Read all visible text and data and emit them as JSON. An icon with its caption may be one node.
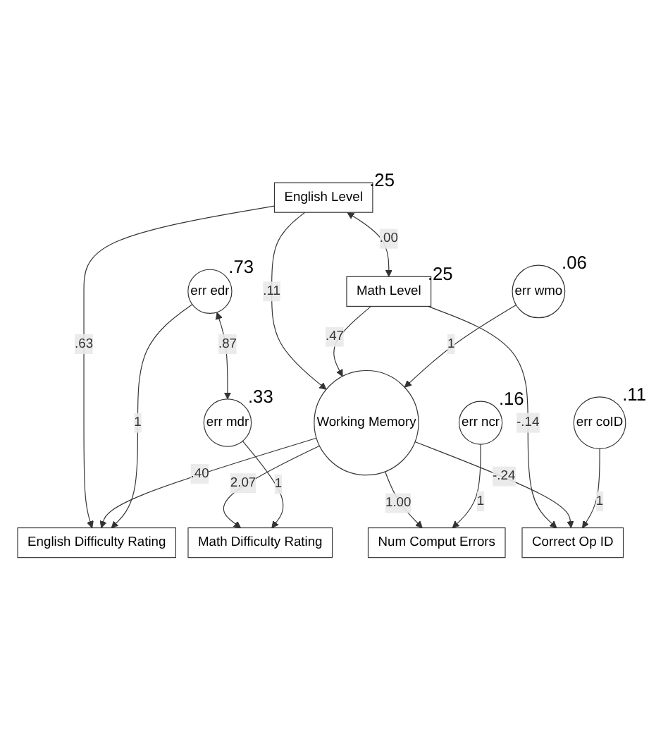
{
  "diagram": {
    "nodes": [
      {
        "text": [
          "English Level"
        ],
        "beside": [
          ".25"
        ]
      },
      {
        "text": [
          "Math Level"
        ],
        "beside": [
          ".25"
        ]
      },
      {
        "text": [
          "err wmo"
        ],
        "beside": [
          ".06"
        ]
      },
      {
        "text": [
          "Working Memory"
        ]
      },
      {
        "text": [
          "English Difficulty Rating"
        ]
      },
      {
        "text": [
          "Math Difficulty Rating"
        ]
      },
      {
        "text": [
          "Num Comput Errors"
        ]
      },
      {
        "text": [
          "Correct Op ID"
        ]
      },
      {
        "text": [
          "err edr"
        ],
        "beside": [
          ".73"
        ]
      },
      {
        "text": [
          "err mdr"
        ],
        "beside": [
          ".33"
        ]
      },
      {
        "text": [
          "err ncr"
        ],
        "beside": [
          ".16"
        ]
      },
      {
        "text": [
          "err coID"
        ],
        "beside": [
          ".11"
        ]
      }
    ],
    "edges": [
      {
        "from": 0,
        "to": 1,
        "arrow": "both",
        "label": ".00"
      },
      {
        "from": 0,
        "to": 3,
        "arrow": "to",
        "label": ".11"
      },
      {
        "from": 1,
        "to": 3,
        "arrow": "to",
        "label": ".47"
      },
      {
        "from": 0,
        "to": 4,
        "arrow": "to",
        "label": ".63"
      },
      {
        "from": 1,
        "to": 7,
        "arrow": "to",
        "label": "-.14"
      },
      {
        "from": 2,
        "to": 3,
        "arrow": "to",
        "label": "1"
      },
      {
        "from": 3,
        "to": 4,
        "arrow": "to",
        "label": ".40"
      },
      {
        "from": 3,
        "to": 5,
        "arrow": "to",
        "label": "2.07"
      },
      {
        "from": 3,
        "to": 6,
        "arrow": "to",
        "label": "1.00"
      },
      {
        "from": 3,
        "to": 7,
        "arrow": "to",
        "label": "-.24"
      },
      {
        "from": 8,
        "to": 4,
        "arrow": "to",
        "label": "1"
      },
      {
        "from": 9,
        "to": 5,
        "arrow": "to",
        "label": "1"
      },
      {
        "from": 10,
        "to": 6,
        "arrow": "to",
        "label": "1"
      },
      {
        "from": 11,
        "to": 7,
        "arrow": "to",
        "label": "1"
      },
      {
        "from": 8,
        "to": 9,
        "arrow": "both",
        "label": ".87"
      }
    ]
  }
}
